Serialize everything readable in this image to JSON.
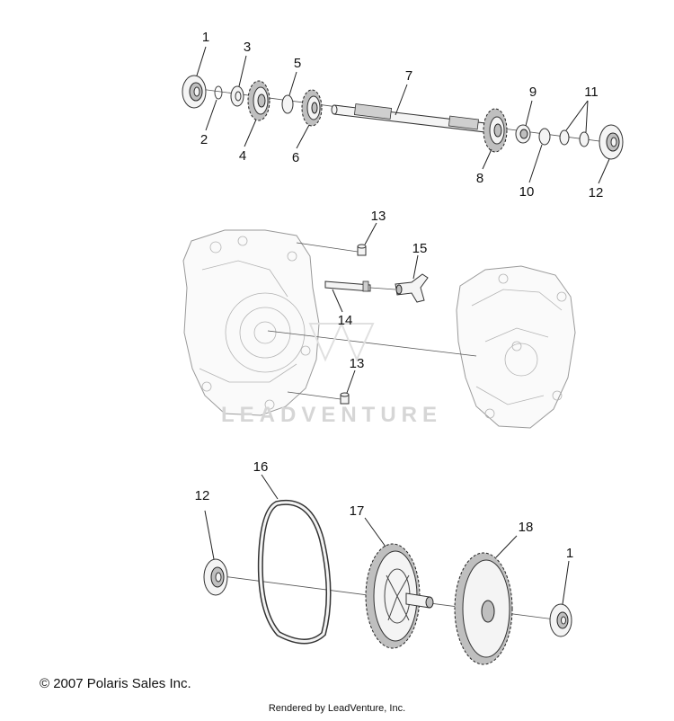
{
  "watermark": "LEADVENTURE",
  "copyright": "© 2007 Polaris Sales Inc.",
  "rendered_by": "Rendered by LeadVenture, Inc.",
  "callouts": {
    "c1a": "1",
    "c2": "2",
    "c3": "3",
    "c4": "4",
    "c5": "5",
    "c6": "6",
    "c7": "7",
    "c8": "8",
    "c9": "9",
    "c10": "10",
    "c11": "11",
    "c12a": "12",
    "c13a": "13",
    "c13b": "13",
    "c14": "14",
    "c15": "15",
    "c12b": "12",
    "c16": "16",
    "c17": "17",
    "c18": "18",
    "c1b": "1"
  }
}
